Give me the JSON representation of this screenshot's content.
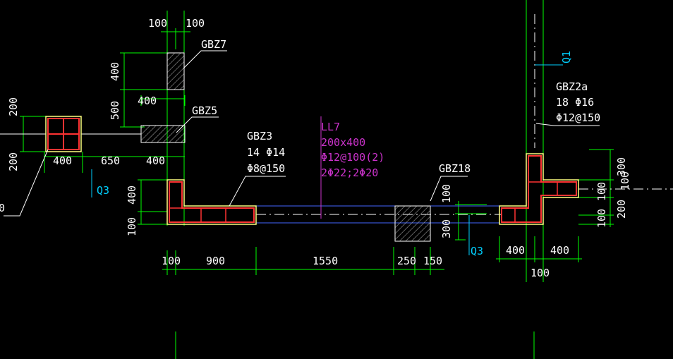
{
  "colors": {
    "background": "#000000",
    "dimension": "#00ff00",
    "wall": "#ffff80",
    "concrete_outline": "#ffffff",
    "rebar": "#ff3333",
    "beam_label": "#cc33cc",
    "axis": "#00d0ff",
    "centerline": "#ffffff",
    "text": "#ffffff",
    "blue_line": "#4466ff"
  },
  "labels": {
    "gbz7": "GBZ7",
    "gbz5": "GBZ5",
    "gbz3": "GBZ3",
    "gbz3_main": "14 Φ14",
    "gbz3_stirrup": "Φ8@150",
    "gbz18": "GBZ18",
    "gbz2a": "GBZ2a",
    "gbz2a_main": "18 Φ16",
    "gbz2a_stirrup": "Φ12@150",
    "ll7_name": "LL7",
    "ll7_size": "200x400",
    "ll7_stirrup": "Φ12@100(2)",
    "ll7_bars": "2Φ22;2Φ20",
    "axis_q3_left": "Q3",
    "axis_q3_right": "Q3",
    "axis_q1": "Q1",
    "left_edge_label": "0"
  },
  "dimensions": {
    "top_left_a": "100",
    "top_left_b": "100",
    "gbz7_height": "400",
    "gbz5_width": "400",
    "gbz5_height": "500",
    "left_col_top": "200",
    "left_col_bottom": "200",
    "left_col_width": "400",
    "span_650": "650",
    "gbz5_lower_width": "400",
    "gbz3_height": "400",
    "gbz3_thk": "100",
    "bottom_100": "100",
    "bottom_900": "900",
    "bottom_1550": "1550",
    "bottom_250": "250",
    "bottom_150": "150",
    "gbz18_100": "100",
    "gbz18_300": "300",
    "right_400a": "400",
    "right_400b": "400",
    "right_100": "100",
    "right_v_300": "300",
    "right_v_100a": "100",
    "right_v_200": "200",
    "right_v_100b": "100",
    "right_v_100c": "100"
  }
}
